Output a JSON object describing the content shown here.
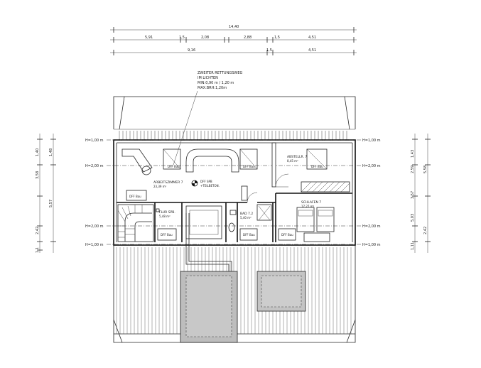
{
  "dimensions": {
    "top_total": "14,40",
    "top_row1": [
      "5,91",
      "1,5",
      "2,08",
      "2,88",
      "1,5",
      "4,51"
    ],
    "top_row2": [
      "9,16",
      "1,5",
      "4,51"
    ],
    "left_outer": [
      "1,40",
      "3,58",
      "2,42",
      "1,1"
    ],
    "left_inner": [
      "1,48",
      "5,57"
    ],
    "right_outer": [
      "1,43",
      "5,58",
      "2,42"
    ],
    "right_inner": [
      "2,59",
      "3,57",
      "1,11",
      "5,03"
    ]
  },
  "heights": {
    "h100": "H=1,00 m",
    "h200": "H=2,00 m"
  },
  "annotation": {
    "line1": "ZWEITER RETTUNGSWEG",
    "line2": "IM LICHTEN",
    "line3": "MIN:0,90 m / 1,20 m",
    "line4": "MAX.BRH:1,20m"
  },
  "rooms": {
    "arbeitszimmer": {
      "name": "ARBEITSZIMMER 7",
      "area": "23,39 m²"
    },
    "abstellraum": {
      "name": "ABSTELLR. 7",
      "area": "8,45 m²"
    },
    "schlafen": {
      "name": "SCHLAFEN 7",
      "area": "17,27 m²"
    },
    "flur": {
      "name": "FLUR SPB.",
      "area": "5,48 m²"
    },
    "bad": {
      "name": "BAD 7.2",
      "area": "5,40 m²"
    }
  },
  "labels": {
    "dachfl": "DFF SPB",
    "dachfl_sub": "+TEILBETON.",
    "window_label": "DFF Bau"
  }
}
